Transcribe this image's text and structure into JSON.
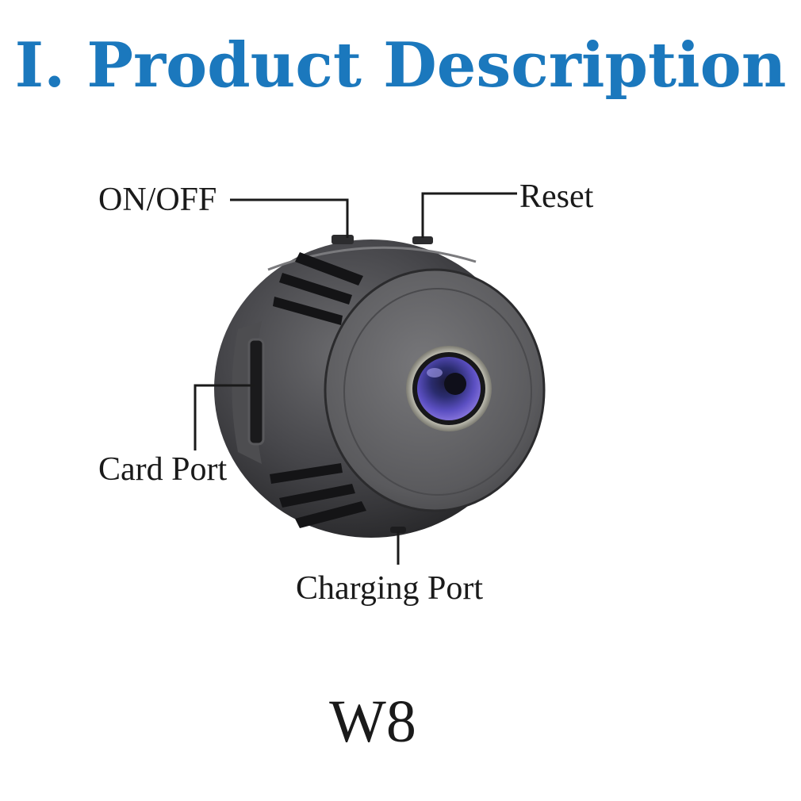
{
  "title": "I. Product Description",
  "labels": {
    "on_off": "ON/OFF",
    "reset": "Reset",
    "card_port": "Card Port",
    "charging_port": "Charging Port"
  },
  "model": "W8",
  "colors": {
    "title": "#1b78bd",
    "body": "#3a3a3c",
    "lens_glass": "#4a3fb0",
    "leader_lines": "#1a1a1a"
  }
}
